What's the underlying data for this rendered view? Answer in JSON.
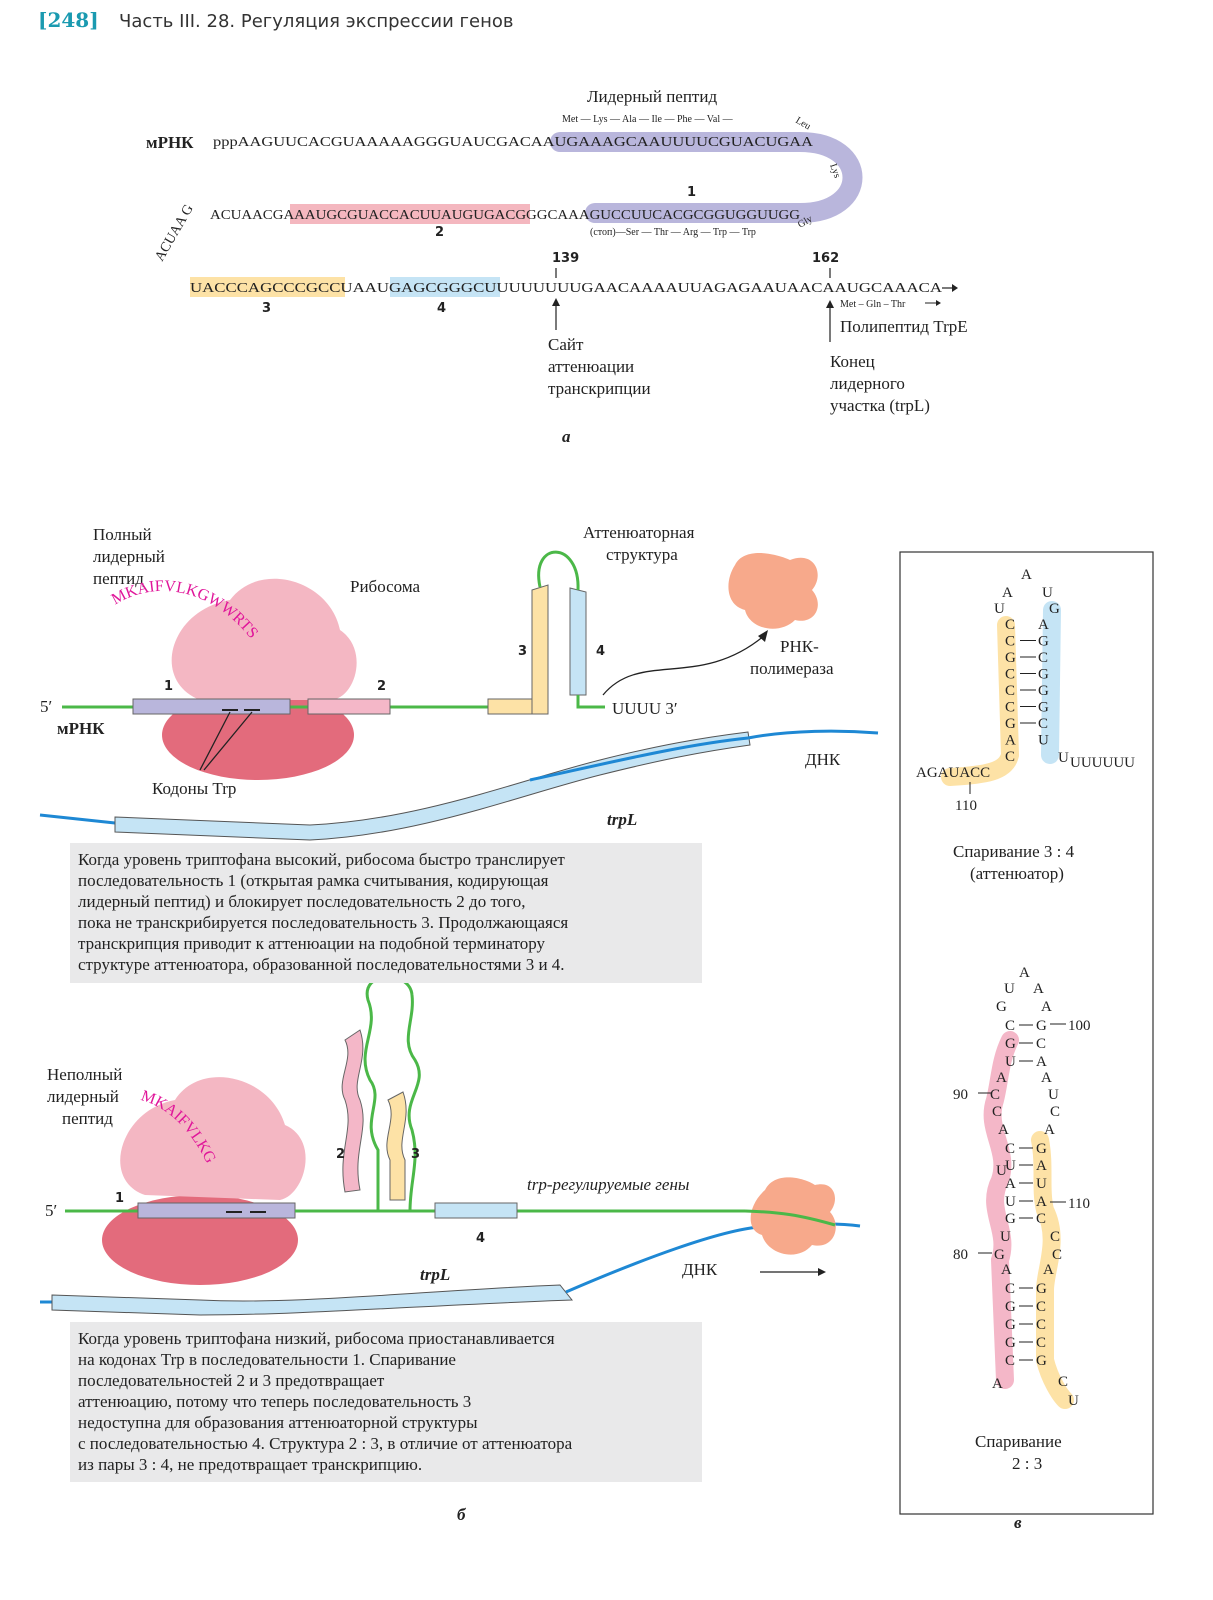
{
  "header": {
    "page_number": "[248]",
    "title": "Часть III. 28. Регуляция экспрессии генов"
  },
  "panel_a": {
    "leader_peptide_label": "Лидерный пептид",
    "mrna_label": "мРНК",
    "seq_line1": "pppAAGUUCACGUAAAAAGGGUAUCGACAAUGAAAGCAAUUUUCGUACUGAA",
    "seq_line2": "ACUAACGAAAUGCGUACCACUUAUGUGACGGGCAAAGUCCUUCACGCGGUGGUUGG",
    "seq_line3": "UACCCAGCCCGCCUAAUGAGCGGGCUUUUUUUUGAACAAAAUUAGAGAAUAACAAUGCAAACA",
    "aa_top": "Met — Lys — Ala — Ile — Phe — Val —",
    "aa_leu": "Leu",
    "aa_lys": "Lys",
    "aa_gly": "Gly",
    "aa_bottom": "(стоп)—Ser — Thr — Arg — Trp — Trp",
    "seg1": "1",
    "seg2": "2",
    "seg3": "3",
    "seg4": "4",
    "pos139": "139",
    "pos162": "162",
    "trpe_aa": "Met – Gln – Thr",
    "trpe_label": "Полипептид TrpE",
    "attenuation_site": [
      "Сайт",
      "аттенюации",
      "транскрипции"
    ],
    "leader_end": [
      "Конец",
      "лидерного",
      "участка (trpL)"
    ],
    "letter": "а"
  },
  "panel_b": {
    "full_peptide": [
      "Полный",
      "лидерный",
      "пептид"
    ],
    "full_seq": "MKAIFVLKGWWRTS",
    "ribosome": "Рибосома",
    "five_prime": "5′",
    "mrna": "мРНК",
    "seg1": "1",
    "seg2": "2",
    "seg3": "3",
    "seg4": "4",
    "attenuator_structure": [
      "Аттенюаторная",
      "структура"
    ],
    "rna_pol": [
      "РНК-",
      "полимераза"
    ],
    "uuuu": "UUUU 3′",
    "trp_codons": "Кодоны Trp",
    "dna": "ДНК",
    "trpL": "trpL",
    "caption_high": [
      "Когда уровень триптофана высокий, рибосома быстро транслирует",
      "последовательность 1 (открытая рамка считывания, кодирующая",
      "лидерный пептид) и блокирует последовательность 2 до того,",
      "пока не транскрибируется последовательность 3. Продолжающаяся",
      "транскрипция приводит к аттенюации на подобной терминатору",
      "структуре аттенюатора, образованной последовательностями 3 и 4."
    ],
    "partial_peptide": [
      "Неполный",
      "лидерный",
      "пептид"
    ],
    "partial_seq": "MKAIFVLKG",
    "trp_genes": "trp-регулируемые гены",
    "caption_low": [
      "Когда уровень триптофана низкий, рибосома приостанавливается",
      "на кодонах Trp в последовательности 1. Спаривание",
      "последовательностей 2 и 3 предотвращает",
      "аттенюацию, потому что теперь последовательность 3",
      "недоступна для образования аттенюаторной структуры",
      "с последовательностью 4. Структура 2 : 3, в отличие от аттенюатора",
      "из пары 3 : 4, не предотвращает транскрипцию."
    ],
    "letter": "б"
  },
  "panel_c": {
    "hairpin34_left": [
      "C",
      "C",
      "G",
      "C",
      "C",
      "C",
      "G",
      "A",
      "C"
    ],
    "hairpin34_right": [
      "G",
      "A",
      "G",
      "C",
      "G",
      "G",
      "G",
      "C",
      "U"
    ],
    "hairpin34_loop": [
      "U",
      "A",
      "A",
      "U"
    ],
    "hairpin34_tail_left": "AGAUACC",
    "hairpin34_tail_right": "UUUUUU",
    "hairpin34_right_tail_u": "U",
    "pos110": "110",
    "caption34": [
      "Спаривание 3 : 4",
      "(аттенюатор)"
    ],
    "hairpin23_loop": [
      "G",
      "U",
      "A",
      "A"
    ],
    "hairpin23_pairs": [
      [
        "C",
        "G"
      ],
      [
        "G",
        "C"
      ],
      [
        "U",
        "A"
      ],
      [
        "C",
        "G"
      ],
      [
        "U",
        "A"
      ],
      [
        "A",
        "U"
      ],
      [
        "U",
        "A"
      ],
      [
        "G",
        "C"
      ],
      [
        "C",
        "G"
      ],
      [
        "G",
        "C"
      ],
      [
        "G",
        "C"
      ],
      [
        "G",
        "C"
      ],
      [
        "C",
        "G"
      ]
    ],
    "hairpin23_bulge_left": [
      "A",
      "C",
      "C",
      "A",
      "U",
      "U",
      "G",
      "A",
      "A"
    ],
    "hairpin23_bulge_right": [
      "A",
      "U",
      "C",
      "A",
      "C",
      "C",
      "A",
      "C",
      "U"
    ],
    "pos100": "100",
    "pos90": "90",
    "pos80": "80",
    "caption23": [
      "Спаривание",
      "2 : 3"
    ],
    "letter": "в"
  }
}
